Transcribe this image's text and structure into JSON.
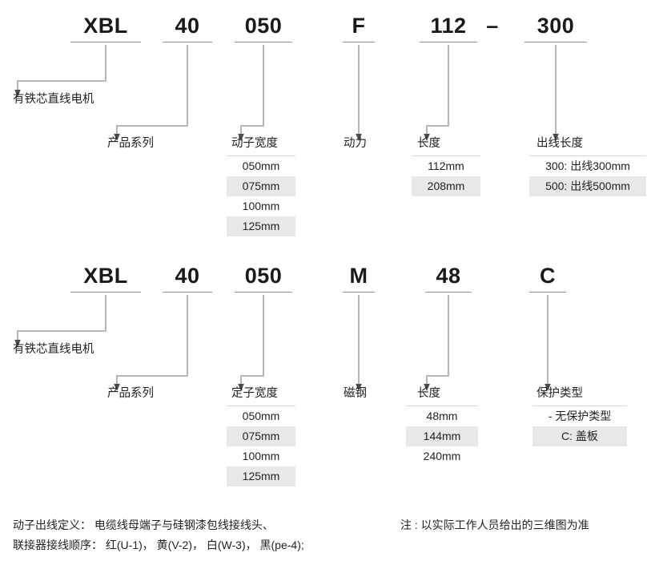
{
  "forcer_diagram": {
    "code_segments": [
      {
        "text": "XBL",
        "is_separator": false
      },
      {
        "text": "40",
        "is_separator": false
      },
      {
        "text": "050",
        "is_separator": false
      },
      {
        "text": "F",
        "is_separator": false
      },
      {
        "text": "112",
        "is_separator": false
      },
      {
        "text": "–",
        "is_separator": true
      },
      {
        "text": "300",
        "is_separator": false
      }
    ],
    "categories": [
      {
        "label": "有铁芯直线电机",
        "options": []
      },
      {
        "label": "产品系列",
        "options": []
      },
      {
        "label": "动子宽度",
        "options": [
          "050mm",
          "075mm",
          "100mm",
          "125mm"
        ]
      },
      {
        "label": "动力",
        "options": []
      },
      {
        "label": "长度",
        "options": [
          "112mm",
          "208mm"
        ]
      },
      {
        "label": "出线长度",
        "options": [
          "300: 出线300mm",
          "500: 出线500mm"
        ]
      }
    ]
  },
  "magnet_diagram": {
    "code_segments": [
      {
        "text": "XBL",
        "is_separator": false
      },
      {
        "text": "40",
        "is_separator": false
      },
      {
        "text": "050",
        "is_separator": false
      },
      {
        "text": "M",
        "is_separator": false
      },
      {
        "text": "48",
        "is_separator": false
      },
      {
        "text": "C",
        "is_separator": false
      }
    ],
    "categories": [
      {
        "label": "有铁芯直线电机",
        "options": []
      },
      {
        "label": "产品系列",
        "options": []
      },
      {
        "label": "定子宽度",
        "options": [
          "050mm",
          "075mm",
          "100mm",
          "125mm"
        ]
      },
      {
        "label": "磁钢",
        "options": []
      },
      {
        "label": "长度",
        "options": [
          "48mm",
          "144mm",
          "240mm"
        ]
      },
      {
        "label": "保护类型",
        "options": [
          "- 无保护类型",
          "C: 盖板"
        ]
      }
    ]
  },
  "footer": {
    "wiring_note_line1": "动子出线定义： 电缆线母端子与硅钢漆包线接线头、",
    "wiring_note_line2": "联接器接线顺序： 红(U-1)， 黄(V-2)， 白(W-3)， 黑(pe-4);",
    "reference_note": "注 : 以实际工作人员给出的三维图为准"
  },
  "style": {
    "line_color": "#8d8d8d",
    "text_color": "#231f20",
    "shade_color": "#e8e8e8"
  }
}
